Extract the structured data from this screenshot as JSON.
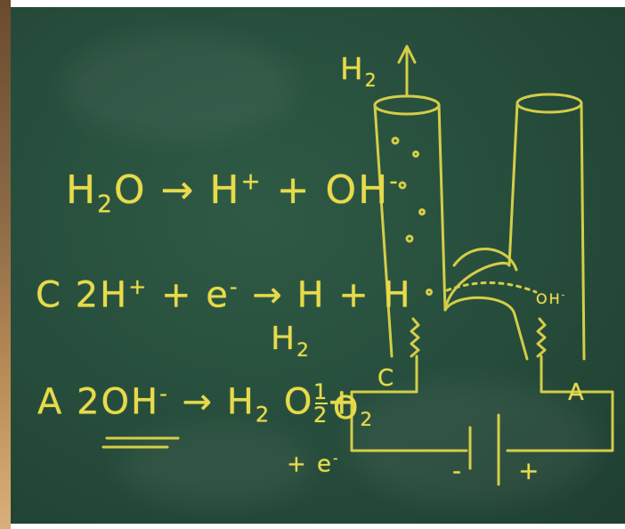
{
  "board": {
    "chalk_color": "#e8db4a",
    "background_color": "#264c3b"
  },
  "equations": {
    "dissociation": {
      "left": "H",
      "left_sub": "2",
      "left_tail": "O",
      "arrow": "→",
      "right": "H",
      "right_sup": "+",
      "plus": "+",
      "oh": "OH",
      "oh_sup": "-"
    },
    "cathode": {
      "label": "C",
      "text": "2H",
      "sup": "+",
      "tail": "+ e",
      "e_sup": "-",
      "arrow": "→",
      "product": "H + H",
      "result": "H",
      "result_sub": "2"
    },
    "anode": {
      "label": "A",
      "text": "2OH",
      "sup": "-",
      "arrow": "→",
      "h": "H",
      "h_sub": "2",
      "o": "O +",
      "frac_num": "1",
      "frac_den": "2",
      "o2": "O",
      "o2_sub": "2",
      "electrons": "+ e",
      "e_sup": "-"
    }
  },
  "apparatus": {
    "gas_label": "H",
    "gas_sub": "2",
    "cathode_label": "C",
    "anode_label": "A",
    "ion_label": "OH",
    "ion_sup": "-",
    "minus_label": "-",
    "plus_label": "+"
  }
}
